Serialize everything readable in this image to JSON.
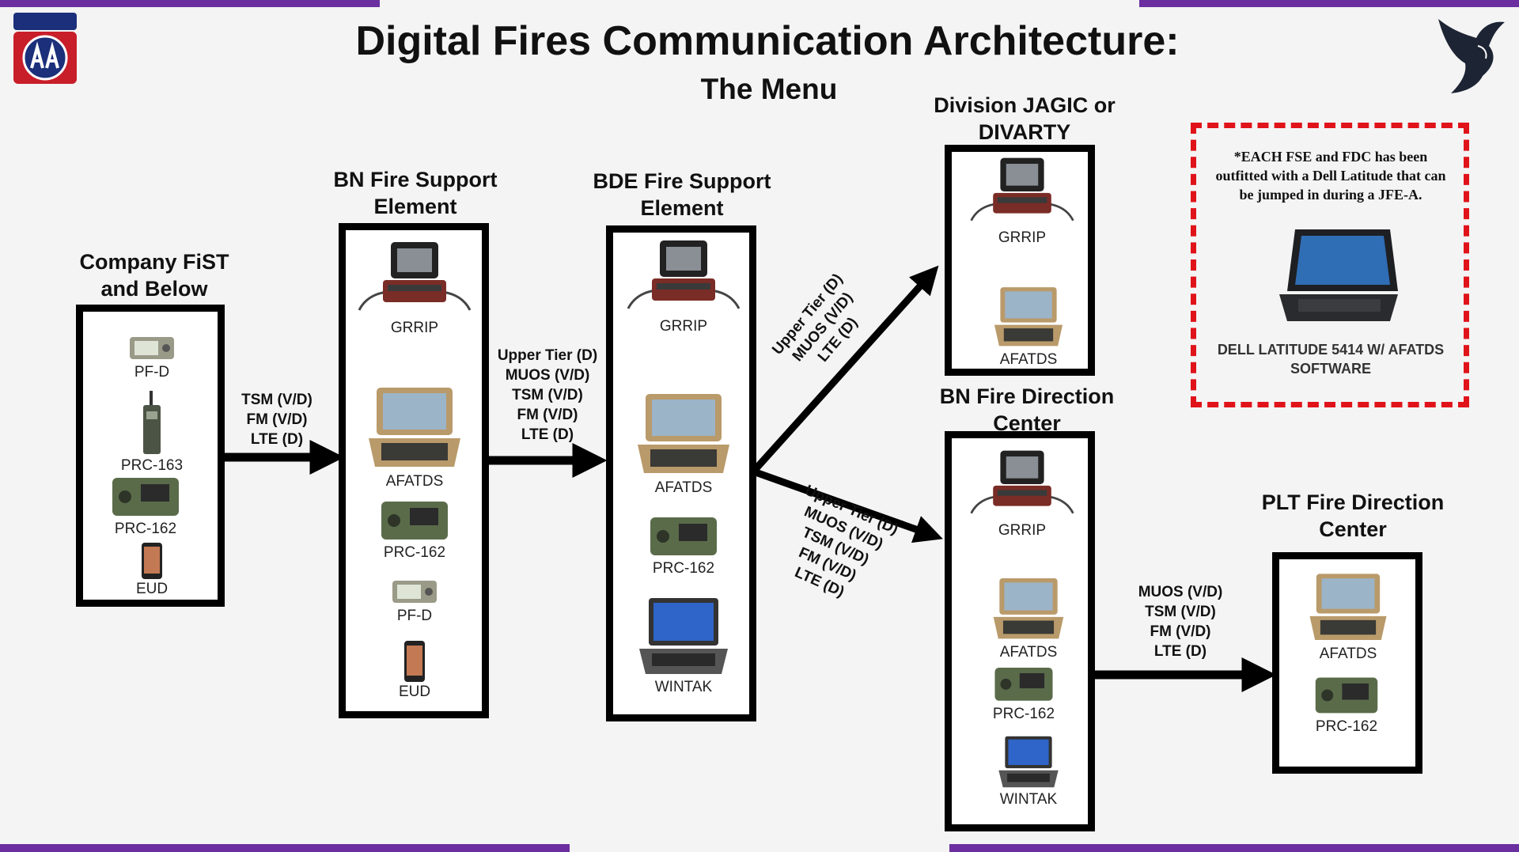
{
  "title": "Digital Fires Communication Architecture:",
  "subtitle": "The Menu",
  "note": {
    "text": "*EACH FSE and FDC has been outfitted with a Dell Latitude that can be jumped in during a JFE-A.",
    "caption": "DELL LATITUDE 5414 W/ AFATDS SOFTWARE"
  },
  "nodes": {
    "company": {
      "heading": "Company FiST and Below",
      "devices": [
        "PF-D",
        "PRC-163",
        "PRC-162",
        "EUD"
      ]
    },
    "bn_fse": {
      "heading": "BN Fire Support Element",
      "devices": [
        "GRRIP",
        "AFATDS",
        "PRC-162",
        "PF-D",
        "EUD"
      ]
    },
    "bde_fse": {
      "heading": "BDE Fire Support Element",
      "devices": [
        "GRRIP",
        "AFATDS",
        "PRC-162",
        "WINTAK"
      ]
    },
    "division": {
      "heading": "Division JAGIC or DIVARTY",
      "devices": [
        "GRRIP",
        "AFATDS"
      ]
    },
    "bn_fdc": {
      "heading": "BN Fire Direction Center",
      "devices": [
        "GRRIP",
        "AFATDS",
        "PRC-162",
        "WINTAK"
      ]
    },
    "plt_fdc": {
      "heading": "PLT Fire Direction Center",
      "devices": [
        "AFATDS",
        "PRC-162"
      ]
    }
  },
  "links": {
    "company_to_bn": [
      "TSM (V/D)",
      "FM (V/D)",
      "LTE (D)"
    ],
    "bn_to_bde": [
      "Upper Tier (D)",
      "MUOS (V/D)",
      "TSM (V/D)",
      "FM (V/D)",
      "LTE (D)"
    ],
    "bde_to_division": [
      "Upper Tier (D)",
      "MUOS (V/D)",
      "LTE (D)"
    ],
    "bde_to_bnfdc": [
      "Upper Tier (D)",
      "MUOS (V/D)",
      "TSM (V/D)",
      "FM (V/D)",
      "LTE (D)"
    ],
    "bnfdc_to_plt": [
      "MUOS (V/D)",
      "TSM (V/D)",
      "FM (V/D)",
      "LTE (D)"
    ]
  },
  "colors": {
    "accent": "#6b2fa0",
    "note_border": "#e0131a"
  },
  "icons": {
    "logo": "airborne-aa-patch-icon",
    "eagle": "eagle-emblem-icon"
  }
}
